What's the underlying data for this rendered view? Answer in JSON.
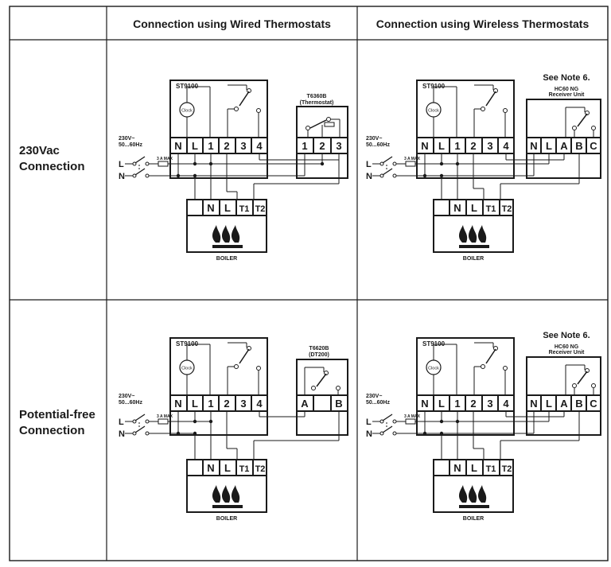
{
  "header": {
    "wired": "Connection using Wired Thermostats",
    "wireless": "Connection using Wireless Thermostats"
  },
  "rows": {
    "r1": {
      "line1": "230Vac",
      "line2": "Connection"
    },
    "r2": {
      "line1": "Potential-free",
      "line2": "Connection"
    }
  },
  "labels": {
    "st9100": "ST9100",
    "clock": "Clock",
    "supply1": "230V~",
    "supply2": "50...60Hz",
    "fuse": "3 A MAX",
    "live": "L",
    "neutral": "N",
    "boiler": "BOILER",
    "note": "See Note 6.",
    "hc60_1": "HC60 NG",
    "hc60_2": "Receiver Unit",
    "t6360_1": "T6360B",
    "t6360_2": "(Thermostat)",
    "t6620_1": "T6620B",
    "t6620_2": "(DT200)"
  },
  "terminals": {
    "controller": [
      "N",
      "L",
      "1",
      "2",
      "3",
      "4"
    ],
    "boiler": [
      "N",
      "L",
      "T1",
      "T2"
    ],
    "thermostat": [
      "1",
      "2",
      "3"
    ],
    "receiver": [
      "N",
      "L",
      "A",
      "B",
      "C"
    ],
    "dt200": [
      "A",
      "B"
    ]
  }
}
